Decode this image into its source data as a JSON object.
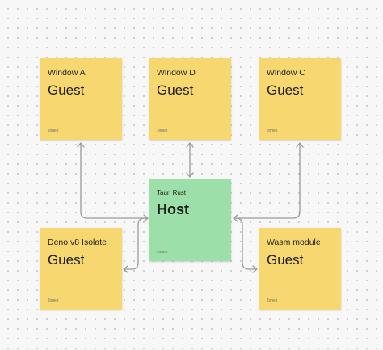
{
  "notes": {
    "window_a": {
      "subtitle": "Window A",
      "title": "Guest",
      "author": "Jones",
      "color": "#f7d870"
    },
    "window_d": {
      "subtitle": "Window D",
      "title": "Guest",
      "author": "Jones",
      "color": "#f7d870"
    },
    "window_c": {
      "subtitle": "Window C",
      "title": "Guest",
      "author": "Jones",
      "color": "#f7d870"
    },
    "host": {
      "subtitle": "Tauri Rust",
      "title": "Host",
      "author": "Jones",
      "color": "#9ddfa8"
    },
    "deno": {
      "subtitle": "Deno v8 Isolate",
      "title": "Guest",
      "author": "Jones",
      "color": "#f7d870"
    },
    "wasm": {
      "subtitle": "Wasm module",
      "title": "Guest",
      "author": "Jones",
      "color": "#f7d870"
    }
  },
  "connectors": [
    {
      "from": "window_a",
      "to": "host",
      "arrows": "both"
    },
    {
      "from": "window_d",
      "to": "host",
      "arrows": "both"
    },
    {
      "from": "window_c",
      "to": "host",
      "arrows": "both"
    },
    {
      "from": "deno",
      "to": "host",
      "arrows": "both"
    },
    {
      "from": "wasm",
      "to": "host",
      "arrows": "both"
    }
  ]
}
